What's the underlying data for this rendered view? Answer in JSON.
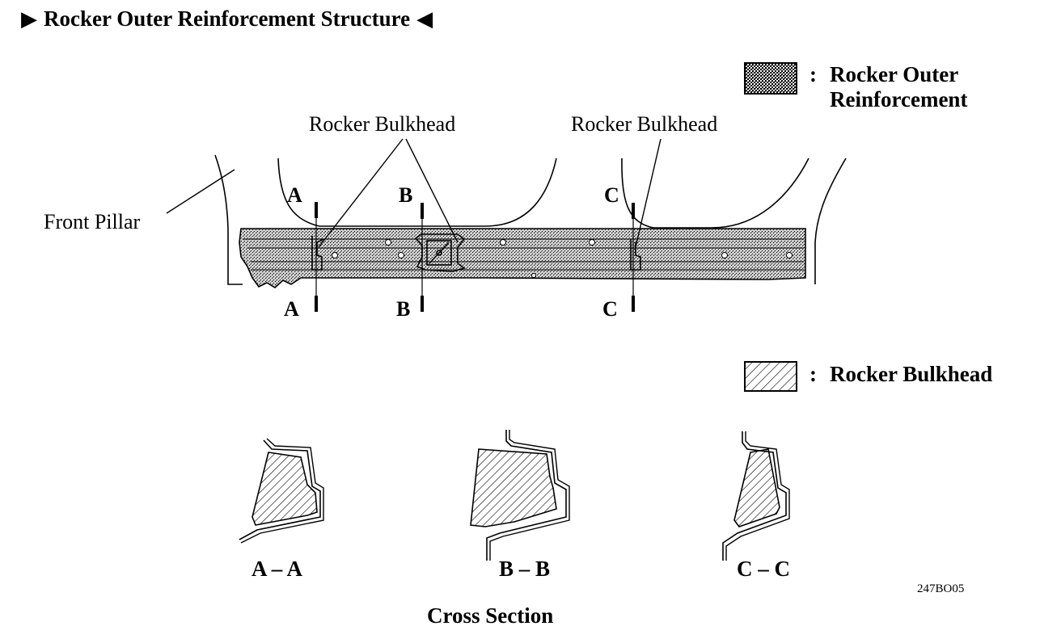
{
  "title": {
    "text": "Rocker Outer Reinforcement Structure",
    "left_marker": "▶",
    "right_marker": "◀"
  },
  "legend": {
    "reinforcement": {
      "colon": ":",
      "line1": "Rocker Outer",
      "line2": "Reinforcement"
    },
    "bulkhead": {
      "colon": ":",
      "text": "Rocker Bulkhead"
    }
  },
  "callouts": {
    "bulkhead_left": "Rocker Bulkhead",
    "bulkhead_right": "Rocker Bulkhead",
    "front_pillar": "Front Pillar"
  },
  "section_marks": {
    "a_top": "A",
    "a_bottom": "A",
    "b_top": "B",
    "b_bottom": "B",
    "c_top": "C",
    "c_bottom": "C"
  },
  "cross_sections": {
    "a": "A – A",
    "b": "B – B",
    "c": "C – C",
    "caption": "Cross Section"
  },
  "figure_code": "247BO05",
  "colors": {
    "ink": "#000000",
    "stipple_fill": "#bdbdbd",
    "background": "#ffffff"
  }
}
